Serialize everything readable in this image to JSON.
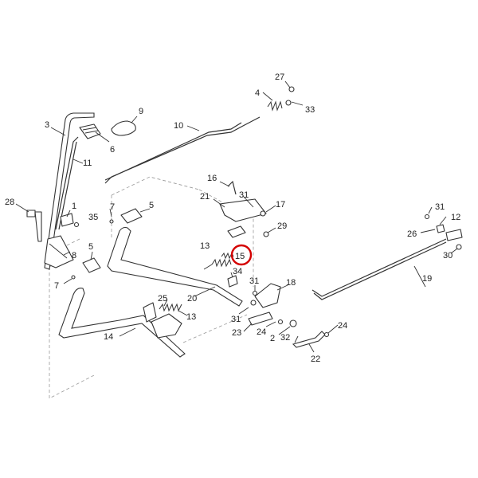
{
  "diagram": {
    "labels": {
      "p1": "1",
      "p2": "2",
      "p3": "3",
      "p4": "4",
      "p5a": "5",
      "p5b": "5",
      "p6": "6",
      "p7a": "7",
      "p7b": "7",
      "p8": "8",
      "p9": "9",
      "p10": "10",
      "p11": "11",
      "p12": "12",
      "p13a": "13",
      "p13b": "13",
      "p14": "14",
      "p15": "15",
      "p16": "16",
      "p17": "17",
      "p18": "18",
      "p19": "19",
      "p20": "20",
      "p21": "21",
      "p22": "22",
      "p23": "23",
      "p24a": "24",
      "p24b": "24",
      "p25": "25",
      "p26": "26",
      "p27": "27",
      "p28": "28",
      "p29": "29",
      "p30": "30",
      "p31a": "31",
      "p31b": "31",
      "p31c": "31",
      "p31d": "31",
      "p32": "32",
      "p33": "33",
      "p34": "34",
      "p35": "35"
    },
    "highlighted_part": "15",
    "highlight_color": "#d40000"
  }
}
